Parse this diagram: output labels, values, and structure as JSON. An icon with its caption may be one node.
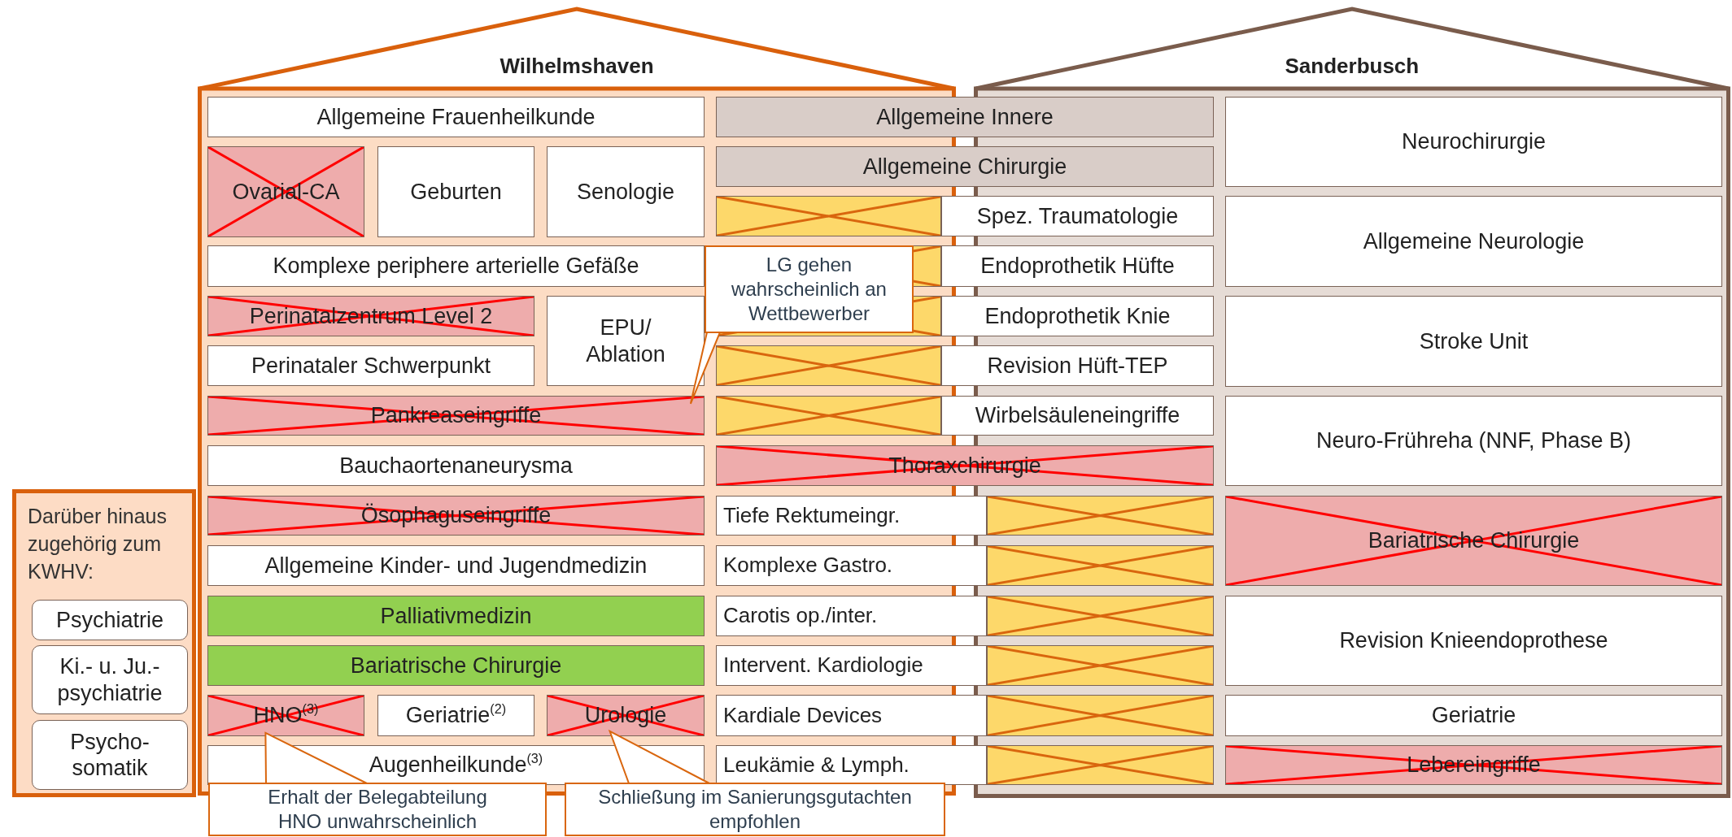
{
  "diagram": {
    "nodes": [
      {
        "text": [
          "Wilhelmshaven"
        ]
      },
      {
        "text": [
          "Sanderbusch"
        ]
      },
      {
        "text": [
          "Allgemeine Frauenheilkunde"
        ],
        "in": 0
      },
      {
        "text": [
          "Allgemeine Innere"
        ]
      },
      {
        "text": [
          "Neurochirurgie"
        ],
        "in": 1
      },
      {
        "text": [
          "Ovarial-CA"
        ],
        "in": 0
      },
      {
        "text": [
          "Geburten"
        ],
        "in": 0
      },
      {
        "text": [
          "Senologie"
        ],
        "in": 0
      },
      {
        "text": [
          "Allgemeine Chirurgie"
        ]
      },
      {
        "text": [],
        "shape": "box",
        "in": 0
      },
      {
        "text": [
          "Spez. Traumatologie"
        ]
      },
      {
        "text": [
          "Allgemeine Neurologie"
        ],
        "in": 1
      },
      {
        "text": [
          "Komplexe periphere arterielle Gefäße"
        ],
        "in": 0
      },
      {
        "text": [],
        "shape": "box",
        "in": 0
      },
      {
        "text": [
          "Endoprothetik Hüfte"
        ]
      },
      {
        "text": [
          "Perinatalzentrum Level 2"
        ],
        "in": 0
      },
      {
        "text": [
          "EPU/ Ablation"
        ],
        "in": 0
      },
      {
        "text": [],
        "shape": "box",
        "in": 0
      },
      {
        "text": [
          "Endoprothetik Knie"
        ]
      },
      {
        "text": [
          "Stroke Unit"
        ],
        "in": 1
      },
      {
        "text": [
          "Perinataler Schwerpunkt"
        ],
        "in": 0
      },
      {
        "text": [],
        "shape": "box",
        "in": 0
      },
      {
        "text": [
          "Revision Hüft-TEP"
        ]
      },
      {
        "text": [
          "Pankreaseingriffe"
        ],
        "in": 0
      },
      {
        "text": [],
        "shape": "box",
        "in": 0
      },
      {
        "text": [
          "Wirbelsäuleneingriffe"
        ]
      },
      {
        "text": [
          "Neuro-Frühreha (NNF, Phase B)"
        ],
        "in": 1
      },
      {
        "text": [
          "Bauchaortenaneurysma"
        ],
        "in": 0
      },
      {
        "text": [
          "Thoraxchirurgie"
        ]
      },
      {
        "text": [
          "Ösophaguseingriffe"
        ],
        "in": 0
      },
      {
        "text": [
          "Tiefe Rektumeingr."
        ]
      },
      {
        "text": [],
        "shape": "box",
        "in": 1
      },
      {
        "text": [
          "Bariatrische Chirurgie"
        ],
        "in": 1
      },
      {
        "text": [
          "Allgemeine Kinder- und Jugendmedizin"
        ],
        "in": 0
      },
      {
        "text": [
          "Komplexe Gastro."
        ]
      },
      {
        "text": [],
        "shape": "box",
        "in": 1
      },
      {
        "text": [
          "Palliativmedizin"
        ],
        "in": 0
      },
      {
        "text": [
          "Carotis op./inter."
        ]
      },
      {
        "text": [],
        "shape": "box",
        "in": 1
      },
      {
        "text": [
          "Revision Knieendoprothese"
        ],
        "in": 1
      },
      {
        "text": [
          "Bariatrische Chirurgie"
        ],
        "in": 0
      },
      {
        "text": [
          "Intervent. Kardiologie"
        ]
      },
      {
        "text": [],
        "shape": "box",
        "in": 1
      },
      {
        "text": [
          "HNO$^{(3)}$"
        ],
        "in": 0
      },
      {
        "text": [
          "Geriatrie$^{(2)}$"
        ],
        "in": 0
      },
      {
        "text": [
          "Urologie"
        ],
        "in": 0
      },
      {
        "text": [
          "Kardiale Devices"
        ]
      },
      {
        "text": [],
        "shape": "box",
        "in": 1
      },
      {
        "text": [
          "Geriatrie"
        ],
        "in": 1
      },
      {
        "text": [
          "Augenheilkunde$^{(3)}$"
        ],
        "in": 0
      },
      {
        "text": [
          "Leukämie & Lymph."
        ]
      },
      {
        "text": [],
        "shape": "box",
        "in": 1
      },
      {
        "text": [
          "Lebereingriffe"
        ],
        "in": 1
      },
      {
        "text": [
          "Darüber hinaus zugehörig zum KWHV:"
        ]
      },
      {
        "text": [
          "Psychiatrie"
        ],
        "in": 53
      },
      {
        "text": [
          "Ki.- u. Ju.- psychiatrie"
        ],
        "in": 53
      },
      {
        "text": [
          "Psycho- somatik"
        ],
        "in": 53
      },
      {
        "text": [
          "LG gehen wahrscheinlich an Wettbewerber"
        ],
        "in": 0
      },
      {
        "text": [
          "Erhalt der Belegabteilung HNO unwahrscheinlich"
        ]
      },
      {
        "text": [
          "Schließung im Sanierungsgutachten empfohlen"
        ]
      }
    ],
    "edges": [
      {
        "from": 57,
        "to": 23,
        "arrow": "none"
      },
      {
        "from": 58,
        "to": 43,
        "arrow": "none"
      },
      {
        "from": 59,
        "to": 45,
        "arrow": "none"
      }
    ]
  }
}
